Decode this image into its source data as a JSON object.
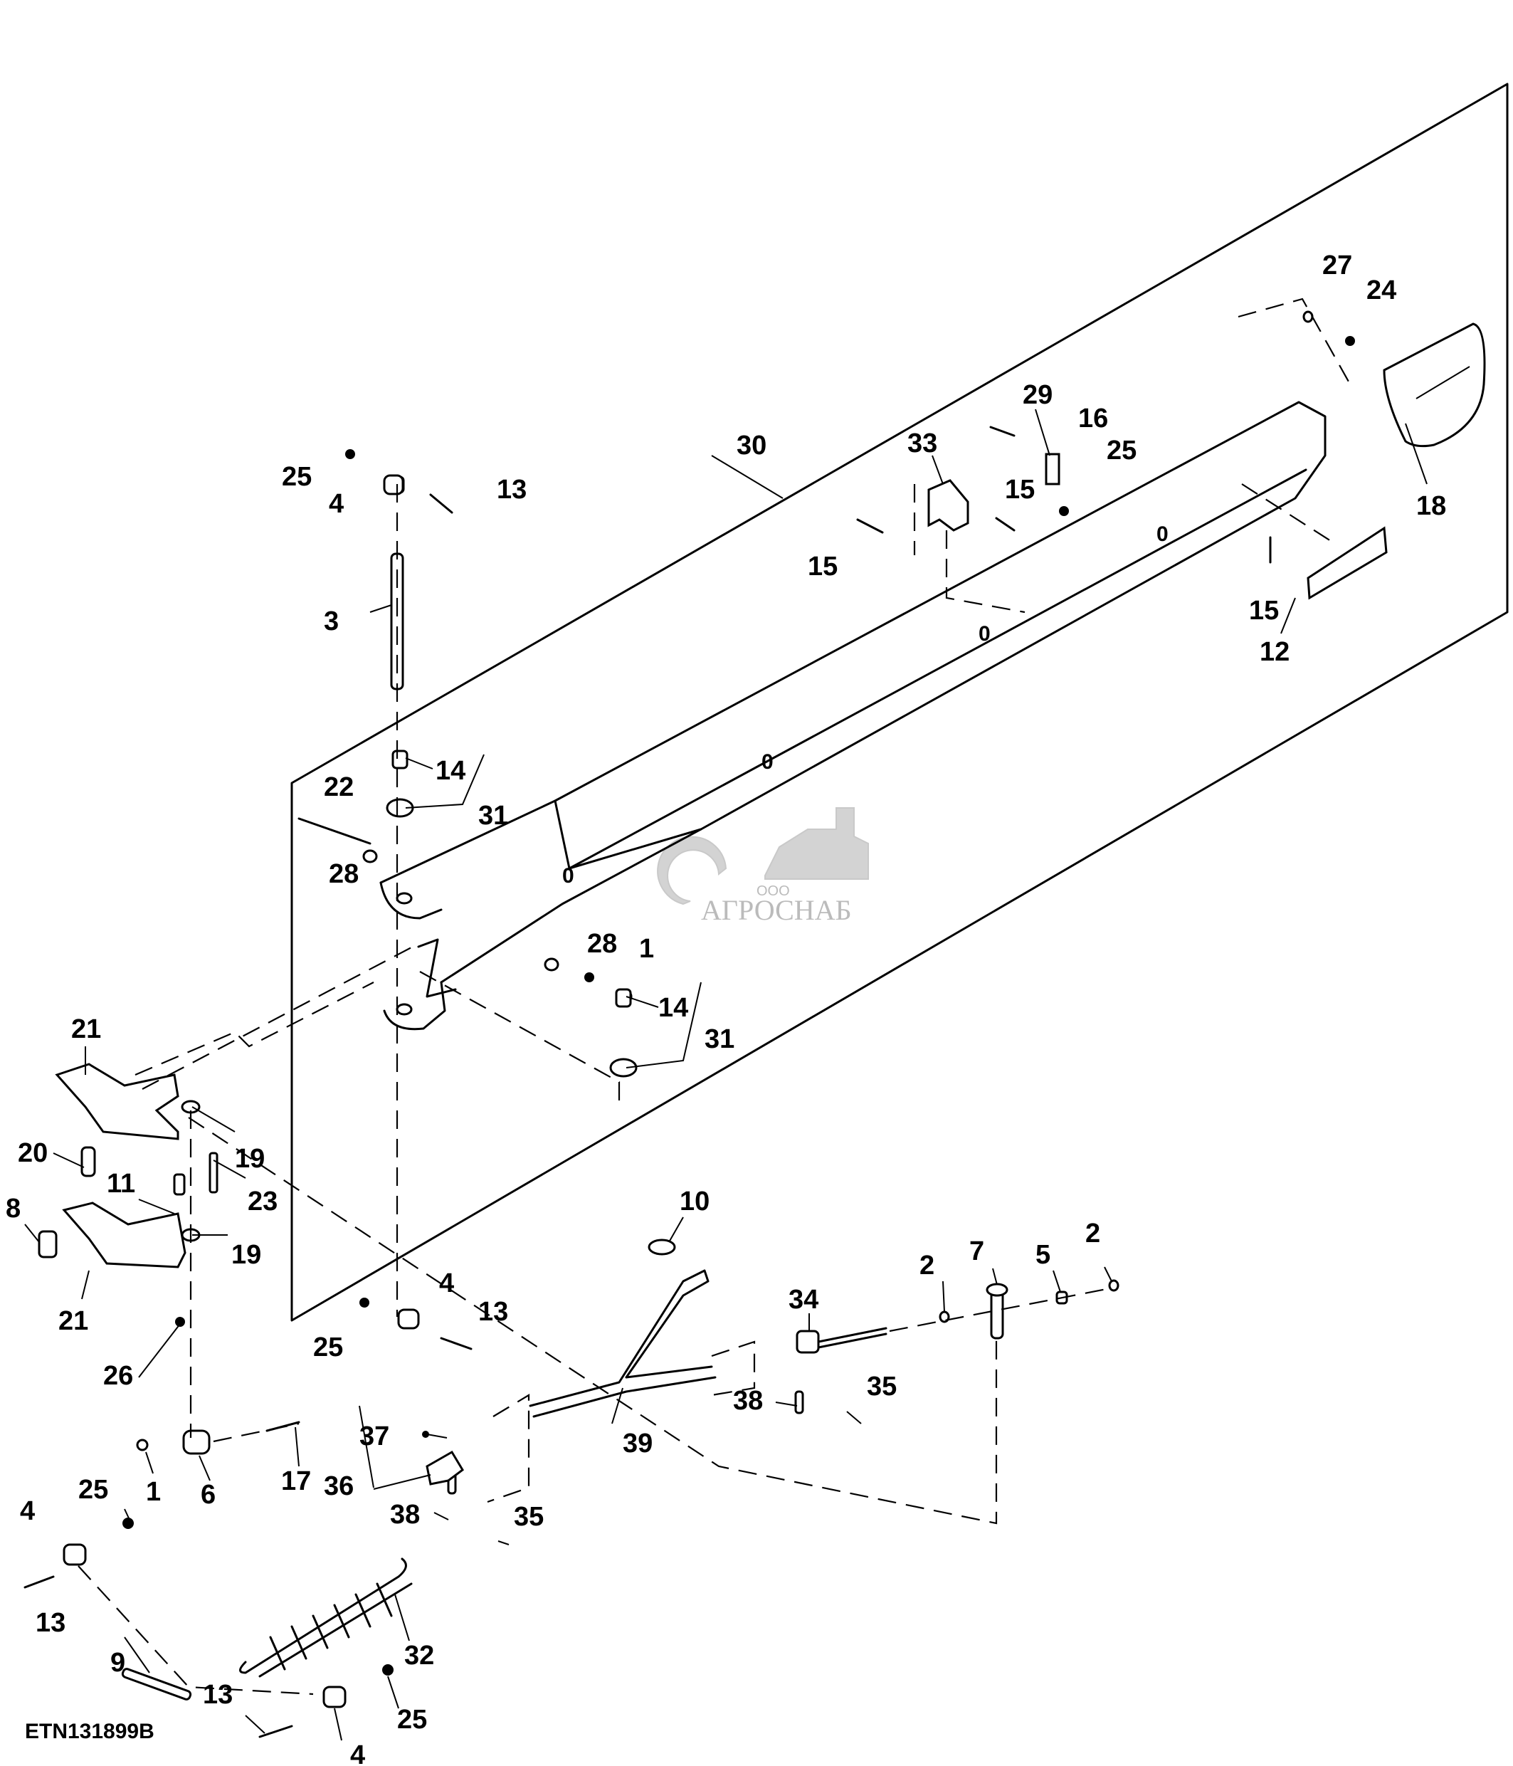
{
  "diagram": {
    "title": "Exploded parts view - boom / lift arm assembly",
    "figure_code": "ETN131899B",
    "watermark": {
      "prefix": "ООО",
      "name": "АГРОСНАБ"
    },
    "callouts": [
      {
        "id": "c25a",
        "label": "25"
      },
      {
        "id": "c4a",
        "label": "4"
      },
      {
        "id": "c13a",
        "label": "13"
      },
      {
        "id": "c3",
        "label": "3"
      },
      {
        "id": "c30",
        "label": "30"
      },
      {
        "id": "c33",
        "label": "33"
      },
      {
        "id": "c29",
        "label": "29"
      },
      {
        "id": "c16",
        "label": "16"
      },
      {
        "id": "c25b",
        "label": "25"
      },
      {
        "id": "c15a",
        "label": "15"
      },
      {
        "id": "c15b",
        "label": "15"
      },
      {
        "id": "c15c",
        "label": "15"
      },
      {
        "id": "c27",
        "label": "27"
      },
      {
        "id": "c24",
        "label": "24"
      },
      {
        "id": "c18",
        "label": "18"
      },
      {
        "id": "c12",
        "label": "12"
      },
      {
        "id": "c14a",
        "label": "14"
      },
      {
        "id": "c31a",
        "label": "31"
      },
      {
        "id": "c22",
        "label": "22"
      },
      {
        "id": "c28a",
        "label": "28"
      },
      {
        "id": "c28b",
        "label": "28"
      },
      {
        "id": "c1a",
        "label": "1"
      },
      {
        "id": "c14b",
        "label": "14"
      },
      {
        "id": "c31b",
        "label": "31"
      },
      {
        "id": "c21a",
        "label": "21"
      },
      {
        "id": "c19a",
        "label": "19"
      },
      {
        "id": "c20",
        "label": "20"
      },
      {
        "id": "c11",
        "label": "11"
      },
      {
        "id": "c23",
        "label": "23"
      },
      {
        "id": "c8",
        "label": "8"
      },
      {
        "id": "c19b",
        "label": "19"
      },
      {
        "id": "c21b",
        "label": "21"
      },
      {
        "id": "c26",
        "label": "26"
      },
      {
        "id": "c10",
        "label": "10"
      },
      {
        "id": "c7",
        "label": "7"
      },
      {
        "id": "c2a",
        "label": "2"
      },
      {
        "id": "c5",
        "label": "5"
      },
      {
        "id": "c2b",
        "label": "2"
      },
      {
        "id": "c34",
        "label": "34"
      },
      {
        "id": "c4b",
        "label": "4"
      },
      {
        "id": "c13b",
        "label": "13"
      },
      {
        "id": "c25c",
        "label": "25"
      },
      {
        "id": "c38a",
        "label": "38"
      },
      {
        "id": "c35a",
        "label": "35"
      },
      {
        "id": "c39",
        "label": "39"
      },
      {
        "id": "c37",
        "label": "37"
      },
      {
        "id": "c36",
        "label": "36"
      },
      {
        "id": "c38b",
        "label": "38"
      },
      {
        "id": "c35b",
        "label": "35"
      },
      {
        "id": "c1b",
        "label": "1"
      },
      {
        "id": "c6",
        "label": "6"
      },
      {
        "id": "c17",
        "label": "17"
      },
      {
        "id": "c25d",
        "label": "25"
      },
      {
        "id": "c4c",
        "label": "4"
      },
      {
        "id": "c13c",
        "label": "13"
      },
      {
        "id": "c9",
        "label": "9"
      },
      {
        "id": "c32",
        "label": "32"
      },
      {
        "id": "c13d",
        "label": "13"
      },
      {
        "id": "c25e",
        "label": "25"
      },
      {
        "id": "c4d",
        "label": "4"
      }
    ]
  }
}
